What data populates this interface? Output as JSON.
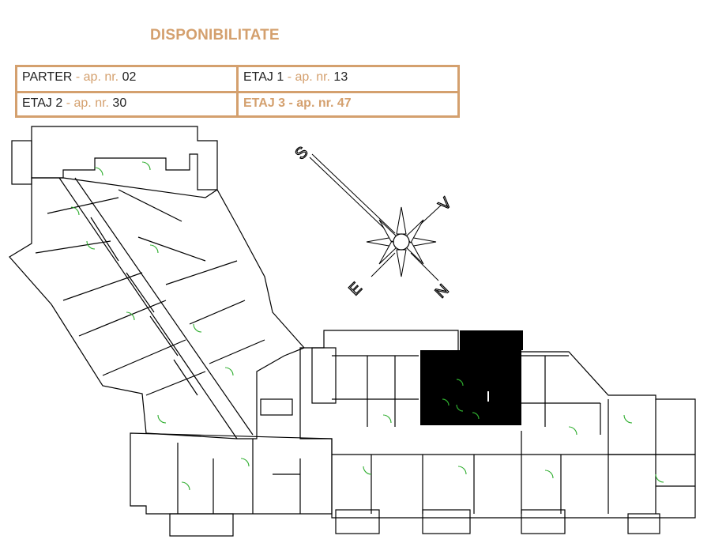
{
  "title": "DISPONIBILITATE",
  "availability": [
    {
      "level": "PARTER",
      "separator": " - ap. nr. ",
      "apartment": "02",
      "highlighted": false
    },
    {
      "level": "ETAJ 1",
      "separator": " - ap. nr. ",
      "apartment": "13",
      "highlighted": false
    },
    {
      "level": "ETAJ  2",
      "separator": "   - ap. nr. ",
      "apartment": "30",
      "highlighted": false
    },
    {
      "level": "ETAJ 3",
      "separator": " - ap. nr. ",
      "apartment": "47",
      "highlighted": true
    }
  ],
  "compass": {
    "north": "N",
    "south": "S",
    "east": "E",
    "west": "V"
  },
  "colors": {
    "accent": "#d4a06e",
    "walls": "#000000",
    "doors": "#2fae2f",
    "selected": "#000000"
  }
}
